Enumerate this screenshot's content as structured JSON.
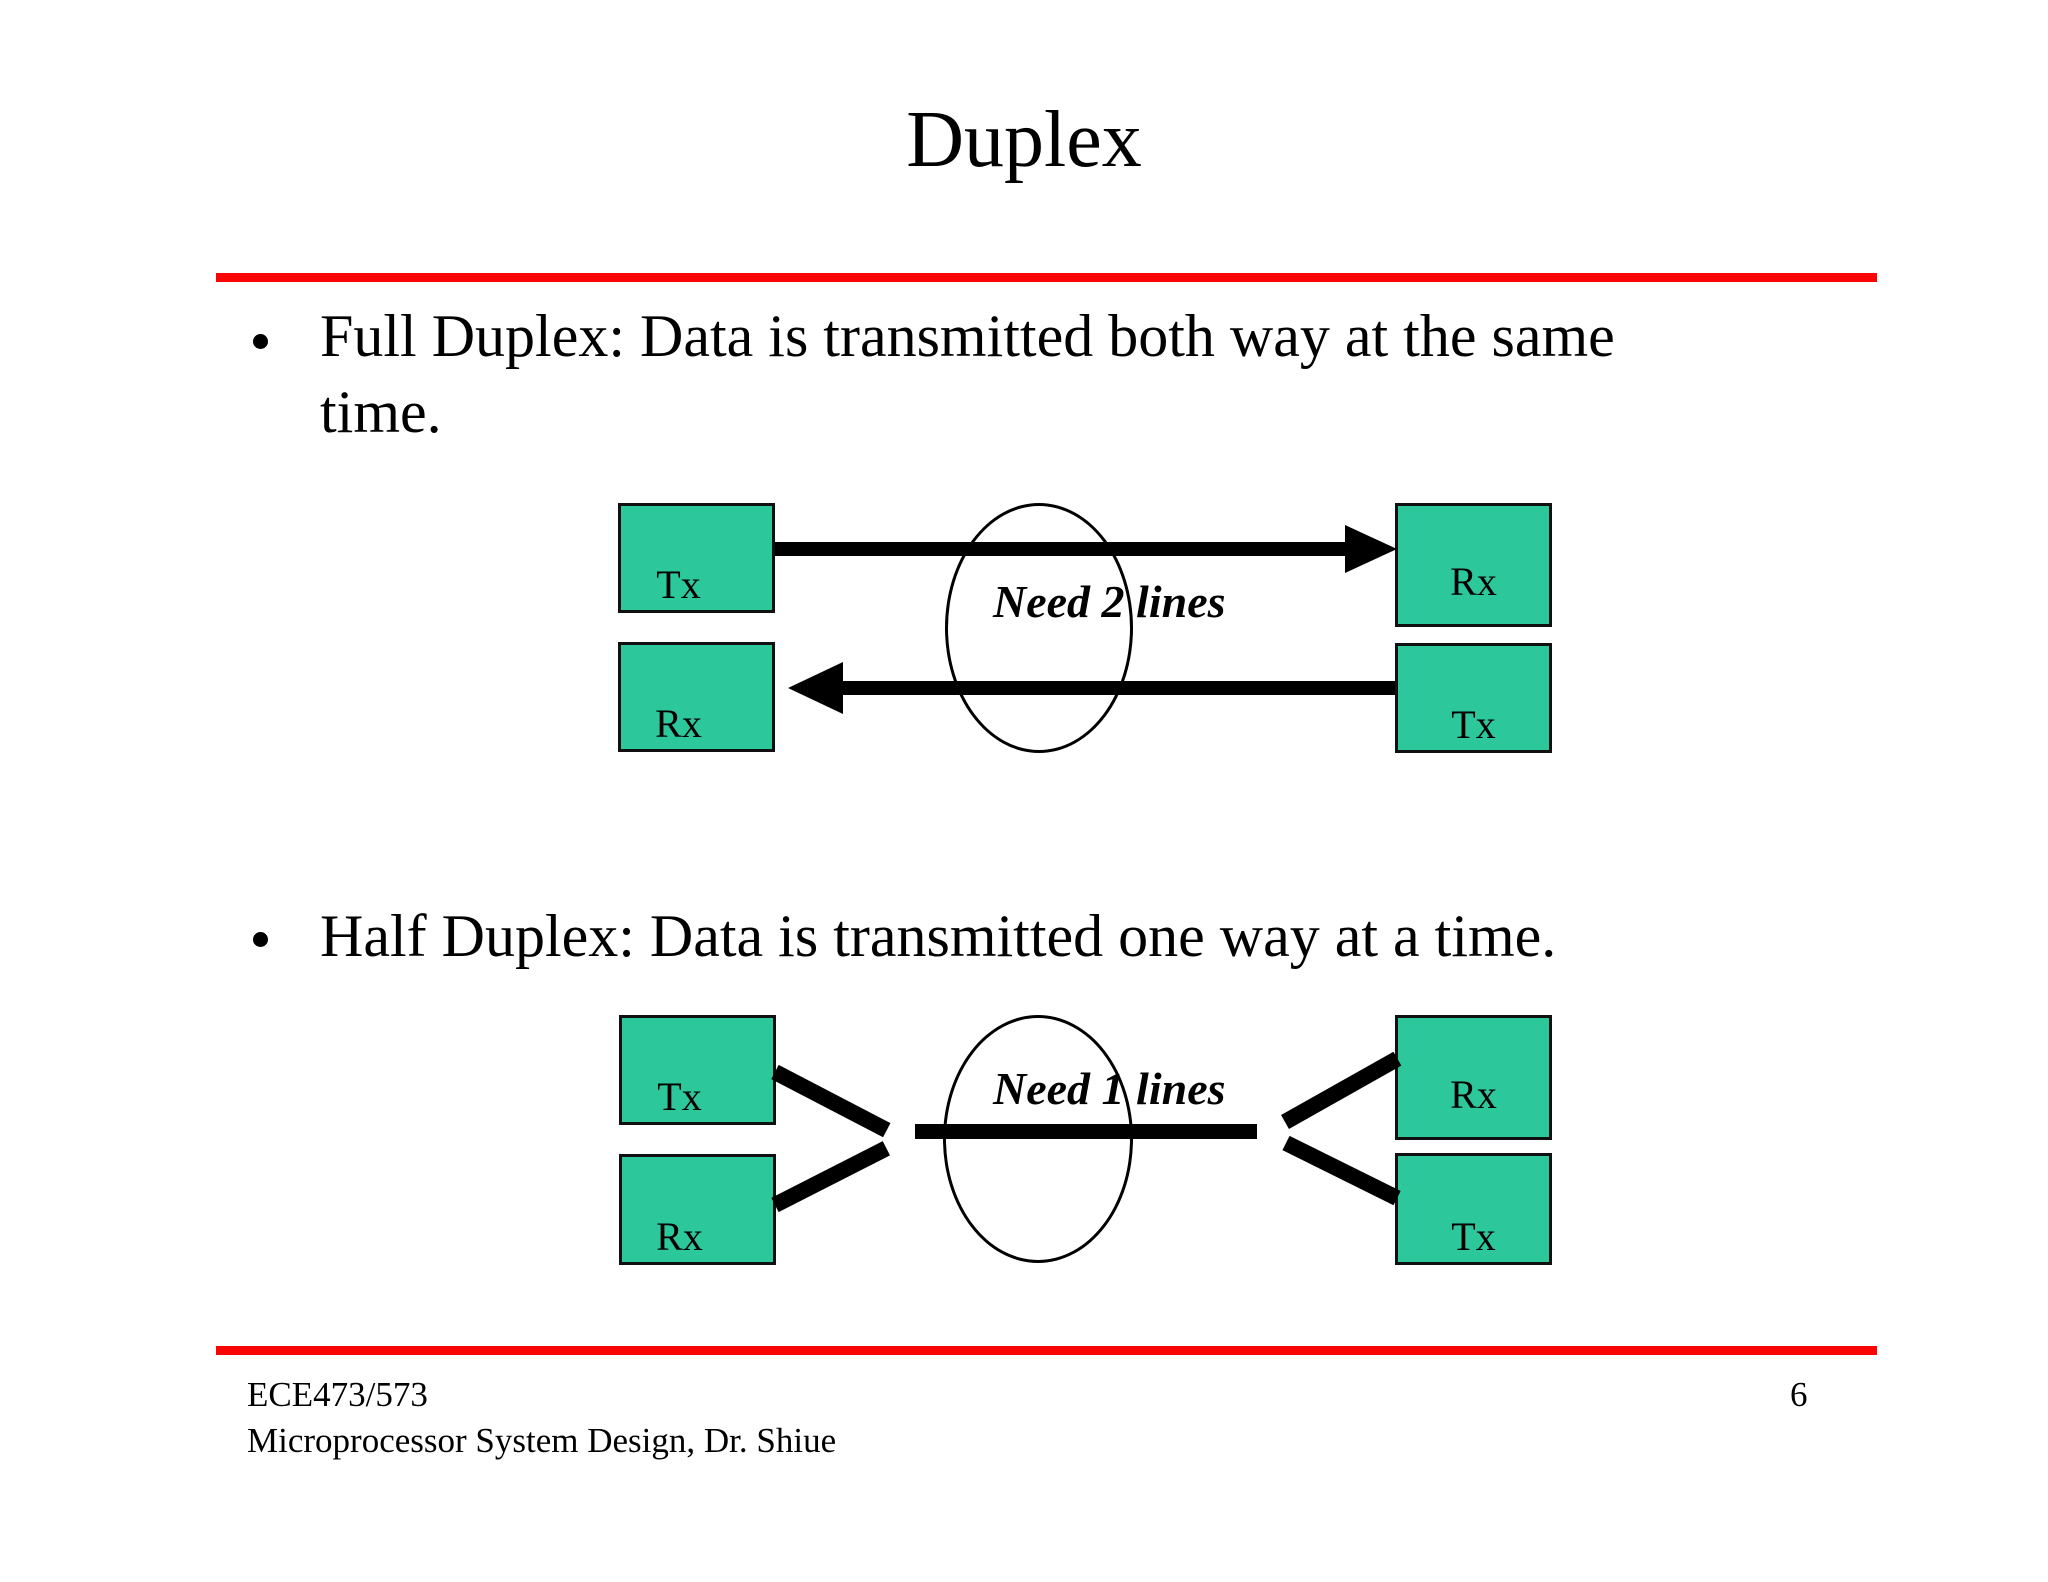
{
  "slide": {
    "title": "Duplex",
    "page_number": "6",
    "footer": {
      "line1": "ECE473/573",
      "line2": "Microprocessor System Design, Dr. Shiue"
    }
  },
  "bullets": {
    "full": {
      "line1": "Full Duplex: Data is transmitted both way at the same",
      "line2": "time."
    },
    "half": {
      "line1": "Half Duplex: Data is transmitted one way at a time."
    }
  },
  "diagram_full_duplex": {
    "top_left_box": "Tx",
    "top_right_box": "Rx",
    "bottom_left_box": "Rx",
    "bottom_right_box": "Tx",
    "annotation": "Need 2 lines"
  },
  "diagram_half_duplex": {
    "top_left_box": "Tx",
    "top_right_box": "Rx",
    "bottom_left_box": "Rx",
    "bottom_right_box": "Tx",
    "annotation": "Need 1 lines"
  },
  "colors": {
    "box_fill": "#2dc79c",
    "box_border": "#101010",
    "rule_red": "#fb0404",
    "ink": "#000000"
  }
}
